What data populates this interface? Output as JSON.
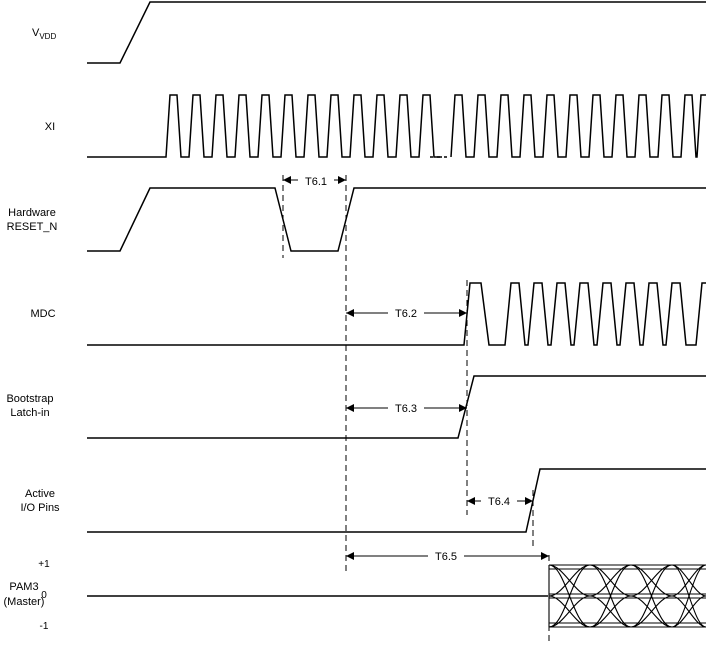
{
  "signals": {
    "vvdd": {
      "label": "V",
      "subscript": "VDD"
    },
    "xi": {
      "label": "XI"
    },
    "reset": {
      "line1": "Hardware",
      "line2": "RESET_N"
    },
    "mdc": {
      "label": "MDC"
    },
    "bootstrap": {
      "line1": "Bootstrap",
      "line2": "Latch-in"
    },
    "active": {
      "line1": "Active",
      "line2": "I/O Pins"
    },
    "pam3": {
      "line1": "PAM3",
      "line2": "(Master)"
    }
  },
  "pam3_levels": [
    "+1",
    "0",
    "-1"
  ],
  "timings": {
    "t61": "T6.1",
    "t62": "T6.2",
    "t63": "T6.3",
    "t64": "T6.4",
    "t65": "T6.5"
  }
}
